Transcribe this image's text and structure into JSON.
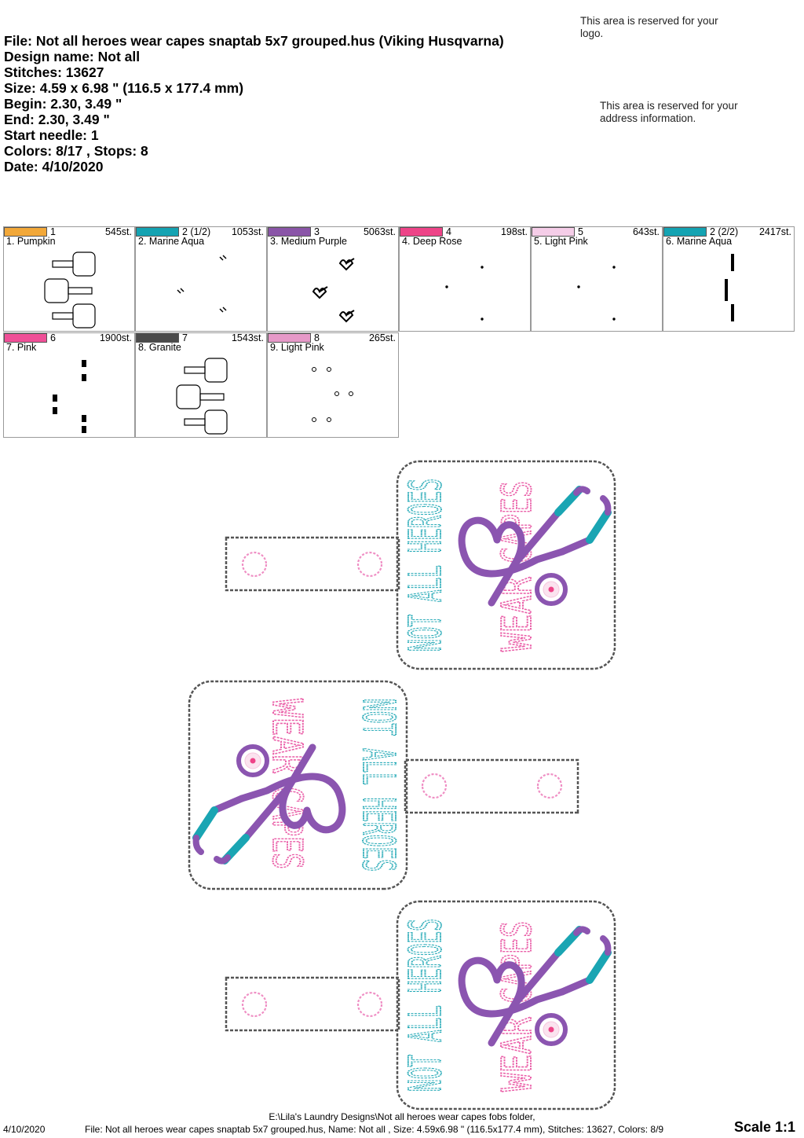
{
  "header": {
    "file": "File: Not all heroes wear capes snaptab 5x7 grouped.hus  (Viking Husqvarna)",
    "design_name": "Design name: Not all",
    "stitches": "Stitches: 13627",
    "size": "Size: 4.59 x 6.98 \" (116.5 x 177.4 mm)",
    "begin": "Begin: 2.30, 3.49 \"",
    "end": "End: 2.30, 3.49 \"",
    "start_needle": "Start needle: 1",
    "colors_stops": "Colors: 8/17 , Stops: 8",
    "date": "Date: 4/10/2020"
  },
  "reserved": {
    "logo": "This area is reserved for your logo.",
    "address": "This area is reserved for your address information."
  },
  "color_blocks": [
    {
      "num": "1",
      "stitches": "545st.",
      "name": "1. Pumpkin",
      "color": "#f2a839",
      "preview": "tabs"
    },
    {
      "num": "2 (1/2)",
      "stitches": "1053st.",
      "name": "2. Marine Aqua",
      "color": "#14a3b2",
      "preview": "dashes"
    },
    {
      "num": "3",
      "stitches": "5063st.",
      "name": "3. Medium Purple",
      "color": "#8a55a8",
      "preview": "scopes"
    },
    {
      "num": "4",
      "stitches": "198st.",
      "name": "4. Deep Rose",
      "color": "#ee4488",
      "preview": "dots"
    },
    {
      "num": "5",
      "stitches": "643st.",
      "name": "5. Light Pink",
      "color": "#f5cde8",
      "preview": "dots"
    },
    {
      "num": "2 (2/2)",
      "stitches": "2417st.",
      "name": "6. Marine Aqua",
      "color": "#14a3b2",
      "preview": "text"
    },
    {
      "num": "6",
      "stitches": "1900st.",
      "name": "7. Pink",
      "color": "#ef4f97",
      "preview": "text2"
    },
    {
      "num": "7",
      "stitches": "1543st.",
      "name": "8. Granite",
      "color": "#4a4a4a",
      "preview": "tabs"
    },
    {
      "num": "8",
      "stitches": "265st.",
      "name": "9. Light Pink",
      "color": "#e699c8",
      "preview": "rings"
    }
  ],
  "design": {
    "text_heroes": "NOT ALL HEROES",
    "text_wear": "WEAR",
    "text_capes": "CAPES",
    "colors": {
      "outline": "#555555",
      "aqua": "#1aa5b3",
      "purple": "#8b55b0",
      "pink": "#ea5fa8",
      "snap": "#ef8fc4",
      "rose": "#ee4488"
    }
  },
  "footer": {
    "path": "E:\\Lila's Laundry Designs\\Not all heroes wear capes fobs folder,",
    "date": "4/10/2020",
    "info": "File: Not all heroes wear capes snaptab 5x7 grouped.hus, Name: Not all , Size: 4.59x6.98 \" (116.5x177.4 mm), Stitches: 13627, Colors: 8/9",
    "scale": "Scale 1:1"
  }
}
